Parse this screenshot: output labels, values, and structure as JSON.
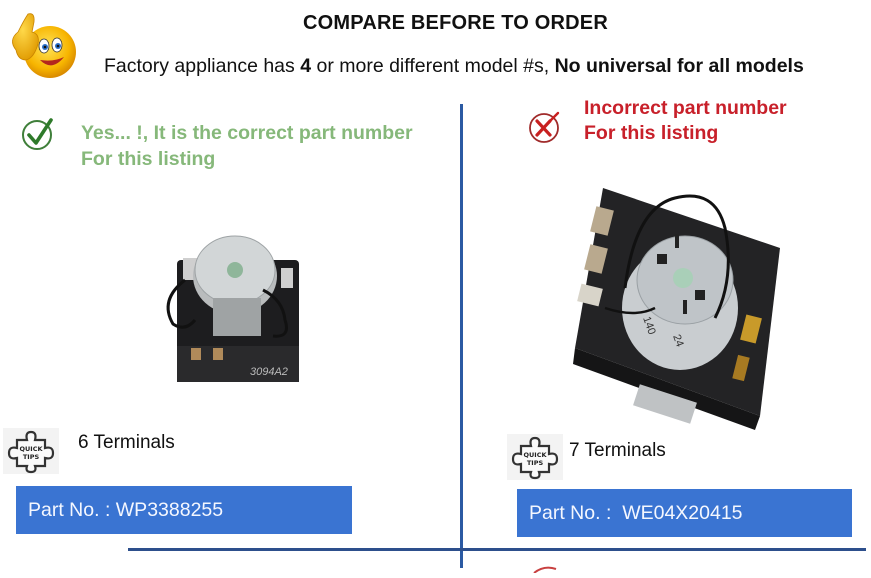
{
  "header": {
    "title": "COMPARE BEFORE TO ORDER",
    "subtitle_pre": "Factory appliance has ",
    "subtitle_count": "4",
    "subtitle_mid": " or more different model #s, ",
    "subtitle_bold": "No universal for all models",
    "emoji_icon": "thumbs-up-smiley-icon"
  },
  "left_panel": {
    "status_icon": "check-circle-icon",
    "status_line1": "Yes... !, It is the correct part number",
    "status_line2": "For this listing",
    "status_color": "#86b87a",
    "product_image": "dryer-timer-6-terminal",
    "tips_icon": "quick-tips-puzzle-icon",
    "tips_label": "QUICK TIPS",
    "terminals": "6 Terminals",
    "part_label": "Part No. : WP3388255"
  },
  "right_panel": {
    "status_icon": "x-circle-icon",
    "status_line1": "Incorrect part number",
    "status_line2": "For this listing",
    "status_color": "#c8202a",
    "product_image": "dryer-timer-7-terminal",
    "tips_icon": "quick-tips-puzzle-icon",
    "tips_label": "QUICK TIPS",
    "terminals": "7 Terminals",
    "part_label": "Part No. :  WE04X20415"
  },
  "colors": {
    "divider": "#2b5aa3",
    "part_bar": "#3a74d2"
  }
}
